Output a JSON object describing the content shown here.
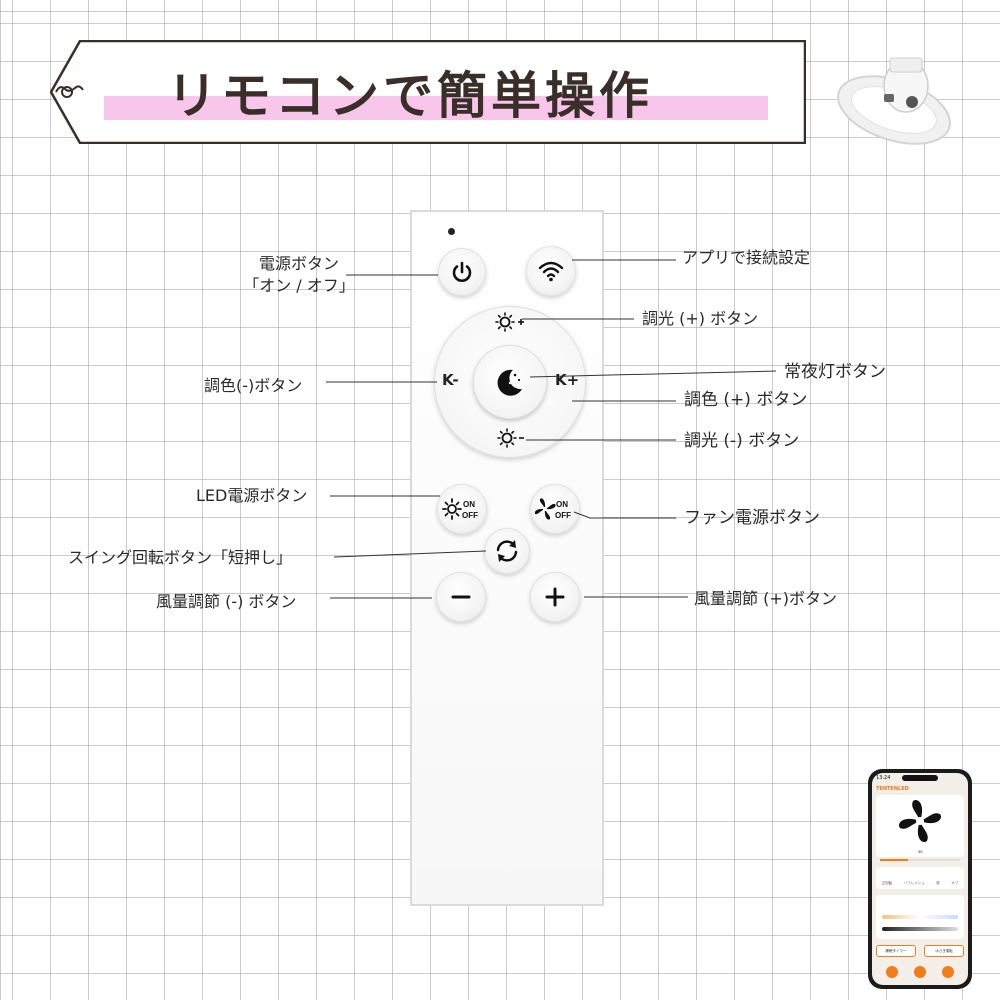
{
  "title": "リモコンで簡単操作",
  "remote_labels": {
    "k_minus": "K-",
    "k_plus": "K+"
  },
  "callouts": {
    "power_line1": "電源ボタン",
    "power_line2": "「オン / オフ」",
    "app_setup": "アプリで接続設定",
    "brightness_plus": "調光 (+) ボタン",
    "night_light": "常夜灯ボタン",
    "color_minus": "調色(-)ボタン",
    "color_plus": "調色 (+) ボタン",
    "brightness_minus": "調光 (-) ボタン",
    "led_power": "LED電源ボタン",
    "fan_power": "ファン電源ボタン",
    "swing": "スイング回転ボタン「短押し」",
    "fan_speed_minus": "風量調節 (-) ボタン",
    "fan_speed_plus": "風量調節 (+)ボタン"
  },
  "button_glyphs": {
    "on": "ON",
    "off": "OFF"
  },
  "phone": {
    "time": "13:24",
    "brand": "TENTENLED",
    "speed_value": "35",
    "modes": [
      "正回転",
      "リフレッシュ",
      "風",
      "オフ"
    ],
    "timer_label": "睡眠タイマー",
    "direction_label": "ゆらぎ運転"
  },
  "colors": {
    "title_highlight": "#f8c6ea",
    "accent_orange": "#f07d1a",
    "text": "#2a2a2a"
  }
}
